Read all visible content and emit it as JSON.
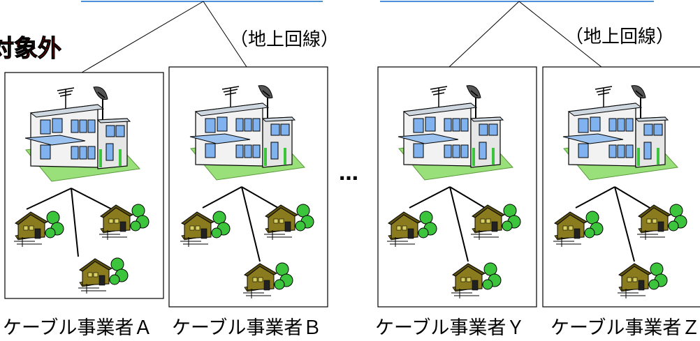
{
  "out_of_scope_text": "対象外",
  "ground_line_label": "（地上回線）",
  "ellipsis": "…",
  "providers": [
    "ケーブル事業者Ａ",
    "ケーブル事業者Ｂ",
    "ケーブル事業者Ｙ",
    "ケーブル事業者Ｚ"
  ],
  "colors": {
    "top_line": "#4a90d9",
    "out_of_scope": "#c00000",
    "building_wall": "#f2f2f2",
    "window": "#7fb2ee",
    "lawn": "#99e07a",
    "house": "#8b7b1f",
    "tree": "#3cc43c"
  }
}
